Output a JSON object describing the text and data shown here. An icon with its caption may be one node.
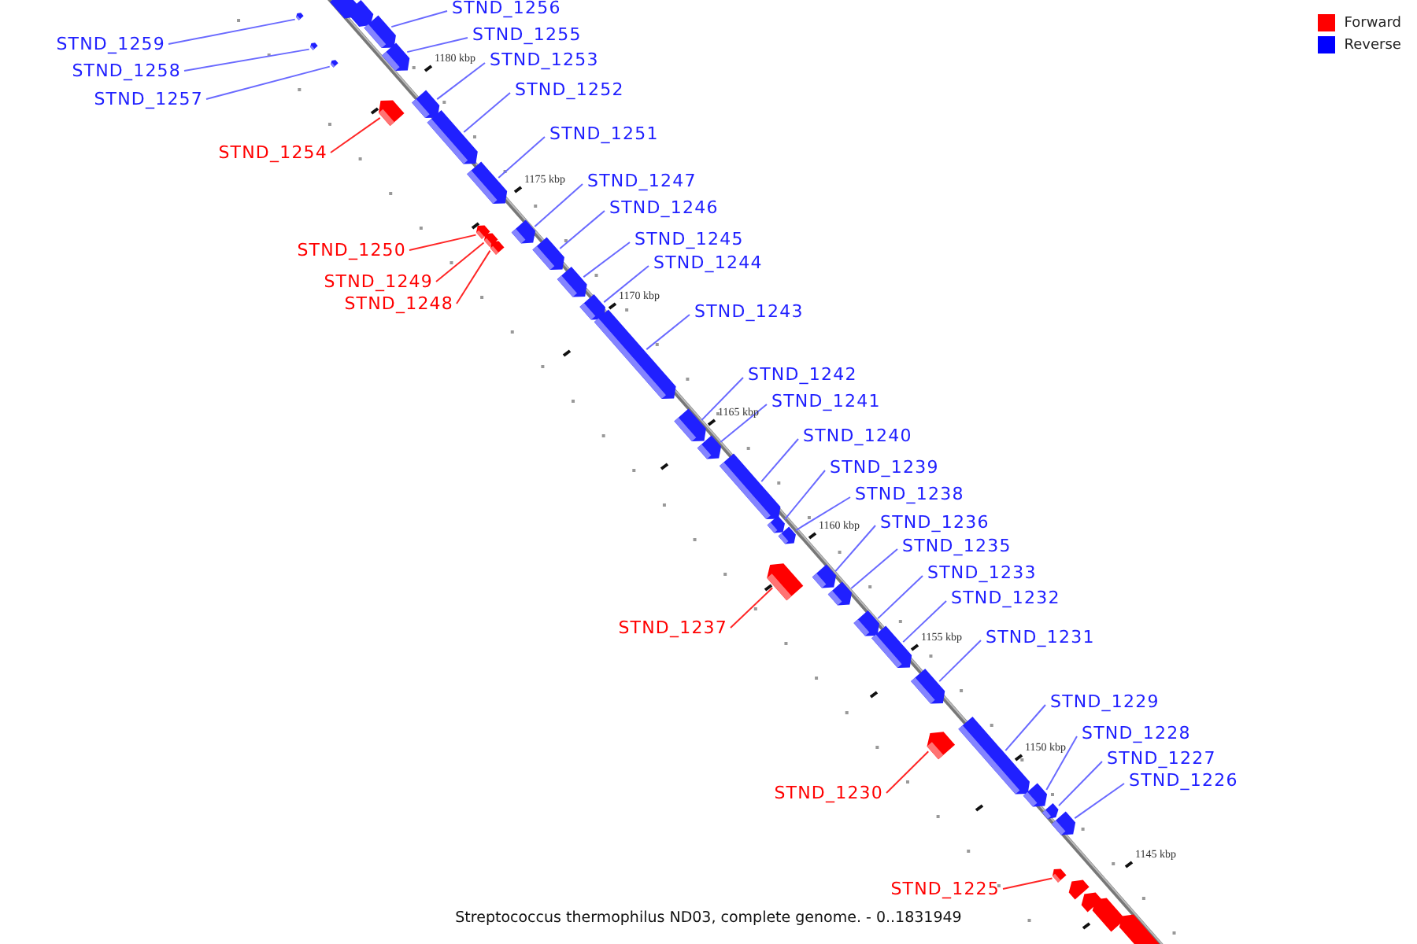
{
  "diagram": {
    "caption": "Streptococcus thermophilus ND03, complete genome. - 0..1831949",
    "nodes": [
      {
        "text": [
          "STND_1256"
        ]
      },
      {
        "text": [],
        "shape": "bar"
      },
      {
        "text": [
          "STND_1255"
        ]
      },
      {
        "text": [],
        "shape": "bar"
      },
      {
        "text": [
          "STND_1259"
        ]
      },
      {
        "text": [],
        "shape": "bar"
      },
      {
        "text": [
          "STND_1253"
        ]
      },
      {
        "text": [],
        "shape": "bar"
      },
      {
        "text": [
          "STND_1258"
        ]
      },
      {
        "text": [],
        "shape": "bar"
      },
      {
        "text": [
          "STND_1252"
        ]
      },
      {
        "text": [],
        "shape": "bar"
      },
      {
        "text": [
          "STND_1257"
        ]
      },
      {
        "text": [],
        "shape": "bar"
      },
      {
        "text": [
          "STND_1251"
        ]
      },
      {
        "text": [],
        "shape": "bar"
      },
      {
        "text": [
          "STND_1254"
        ]
      },
      {
        "text": [],
        "shape": "bar"
      },
      {
        "text": [
          "STND_1247"
        ]
      },
      {
        "text": [],
        "shape": "bar"
      },
      {
        "text": [
          "STND_1246"
        ]
      },
      {
        "text": [],
        "shape": "bar"
      },
      {
        "text": [
          "STND_1245"
        ]
      },
      {
        "text": [],
        "shape": "bar"
      },
      {
        "text": [
          "STND_1250"
        ]
      },
      {
        "text": [],
        "shape": "bar"
      },
      {
        "text": [
          "STND_1244"
        ]
      },
      {
        "text": [],
        "shape": "bar"
      },
      {
        "text": [
          "STND_1249"
        ]
      },
      {
        "text": [],
        "shape": "bar"
      },
      {
        "text": [
          "STND_1248"
        ]
      },
      {
        "text": [],
        "shape": "bar"
      },
      {
        "text": [
          "STND_1243"
        ]
      },
      {
        "text": [],
        "shape": "bar"
      },
      {
        "text": [
          "STND_1242"
        ]
      },
      {
        "text": [],
        "shape": "bar"
      },
      {
        "text": [
          "STND_1241"
        ]
      },
      {
        "text": [],
        "shape": "bar"
      },
      {
        "text": [
          "STND_1240"
        ]
      },
      {
        "text": [],
        "shape": "bar"
      },
      {
        "text": [
          "STND_1239"
        ]
      },
      {
        "text": [],
        "shape": "bar"
      },
      {
        "text": [
          "STND_1238"
        ]
      },
      {
        "text": [],
        "shape": "bar"
      },
      {
        "text": [
          "STND_1236"
        ]
      },
      {
        "text": [],
        "shape": "bar"
      },
      {
        "text": [
          "STND_1235"
        ]
      },
      {
        "text": [],
        "shape": "bar"
      },
      {
        "text": [
          "STND_1233"
        ]
      },
      {
        "text": [],
        "shape": "bar"
      },
      {
        "text": [
          "STND_1232"
        ]
      },
      {
        "text": [],
        "shape": "bar"
      },
      {
        "text": [
          "STND_1237"
        ]
      },
      {
        "text": [],
        "shape": "bar"
      },
      {
        "text": [
          "STND_1231"
        ]
      },
      {
        "text": [],
        "shape": "bar"
      },
      {
        "text": [
          "STND_1229"
        ]
      },
      {
        "text": [],
        "shape": "bar"
      },
      {
        "text": [
          "STND_1228"
        ]
      },
      {
        "text": [],
        "shape": "bar"
      },
      {
        "text": [
          "STND_1227"
        ]
      },
      {
        "text": [],
        "shape": "bar"
      },
      {
        "text": [
          "STND_1226"
        ]
      },
      {
        "text": [],
        "shape": "bar"
      },
      {
        "text": [
          "STND_1230"
        ]
      },
      {
        "text": [],
        "shape": "bar"
      },
      {
        "text": [
          "STND_1225"
        ]
      },
      {
        "text": [],
        "shape": "bar"
      }
    ],
    "edges": [
      {
        "from": 0,
        "to": 1,
        "arrow": "none"
      },
      {
        "from": 2,
        "to": 3,
        "arrow": "none"
      },
      {
        "from": 4,
        "to": 5,
        "arrow": "none"
      },
      {
        "from": 6,
        "to": 7,
        "arrow": "none"
      },
      {
        "from": 8,
        "to": 9,
        "arrow": "none"
      },
      {
        "from": 10,
        "to": 11,
        "arrow": "none"
      },
      {
        "from": 12,
        "to": 13,
        "arrow": "none"
      },
      {
        "from": 14,
        "to": 15,
        "arrow": "none"
      },
      {
        "from": 16,
        "to": 17,
        "arrow": "none",
        "color": "#ff0000"
      },
      {
        "from": 18,
        "to": 19,
        "arrow": "none"
      },
      {
        "from": 20,
        "to": 21,
        "arrow": "none"
      },
      {
        "from": 22,
        "to": 23,
        "arrow": "none"
      },
      {
        "from": 24,
        "to": 25,
        "arrow": "none",
        "color": "#ff0000"
      },
      {
        "from": 26,
        "to": 27,
        "arrow": "none"
      },
      {
        "from": 28,
        "to": 29,
        "arrow": "none",
        "color": "#ff0000"
      },
      {
        "from": 30,
        "to": 31,
        "arrow": "none",
        "color": "#ff0000"
      },
      {
        "from": 32,
        "to": 33,
        "arrow": "none"
      },
      {
        "from": 34,
        "to": 35,
        "arrow": "none"
      },
      {
        "from": 36,
        "to": 37,
        "arrow": "none"
      },
      {
        "from": 38,
        "to": 39,
        "arrow": "none"
      },
      {
        "from": 40,
        "to": 41,
        "arrow": "none"
      },
      {
        "from": 42,
        "to": 43,
        "arrow": "none"
      },
      {
        "from": 44,
        "to": 45,
        "arrow": "none"
      },
      {
        "from": 46,
        "to": 47,
        "arrow": "none"
      },
      {
        "from": 48,
        "to": 49,
        "arrow": "none"
      },
      {
        "from": 50,
        "to": 51,
        "arrow": "none"
      },
      {
        "from": 52,
        "to": 53,
        "arrow": "none",
        "color": "#ff0000"
      },
      {
        "from": 54,
        "to": 55,
        "arrow": "none"
      },
      {
        "from": 56,
        "to": 57,
        "arrow": "none"
      },
      {
        "from": 58,
        "to": 59,
        "arrow": "none"
      },
      {
        "from": 60,
        "to": 61,
        "arrow": "none"
      },
      {
        "from": 62,
        "to": 63,
        "arrow": "none"
      },
      {
        "from": 64,
        "to": 65,
        "arrow": "none",
        "color": "#ff0000"
      },
      {
        "from": 66,
        "to": 67,
        "arrow": "none",
        "color": "#ff0000"
      }
    ],
    "labels": [
      "1180 kbp",
      "1175 kbp",
      "1170 kbp",
      "1165 kbp",
      "1160 kbp",
      "1155 kbp",
      "1150 kbp",
      "1145 kbp"
    ],
    "legend": [
      {
        "text": "Forward",
        "color": "#ff0000"
      },
      {
        "text": "Reverse",
        "color": "#0000ff"
      }
    ]
  }
}
